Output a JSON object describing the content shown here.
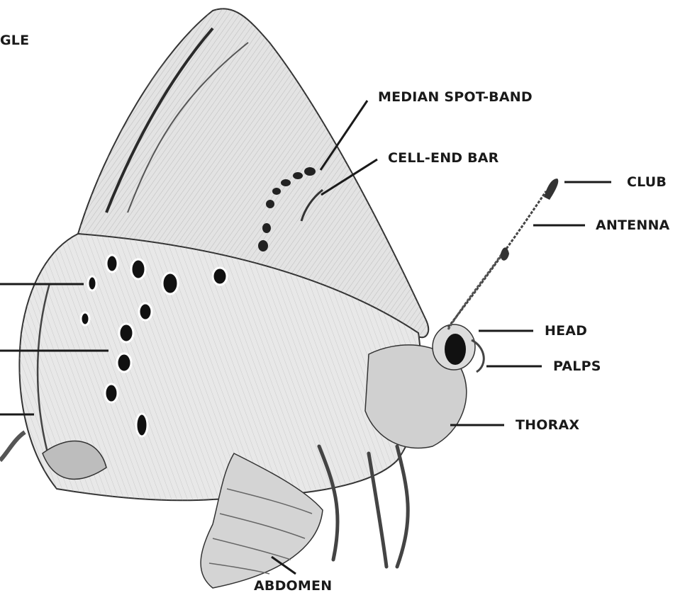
{
  "labels": {
    "angle": "GLE",
    "median_spot_band": "MEDIAN SPOT-BAND",
    "cell_end_bar": "CELL-END BAR",
    "club": "CLUB",
    "antenna": "ANTENNA",
    "head": "HEAD",
    "palps": "PALPS",
    "thorax": "THORAX",
    "abdomen": "ABDOMEN"
  },
  "colors": {
    "ink": "#1a1a1a",
    "wing_fill": "#d9d9d9",
    "background": "#ffffff"
  }
}
